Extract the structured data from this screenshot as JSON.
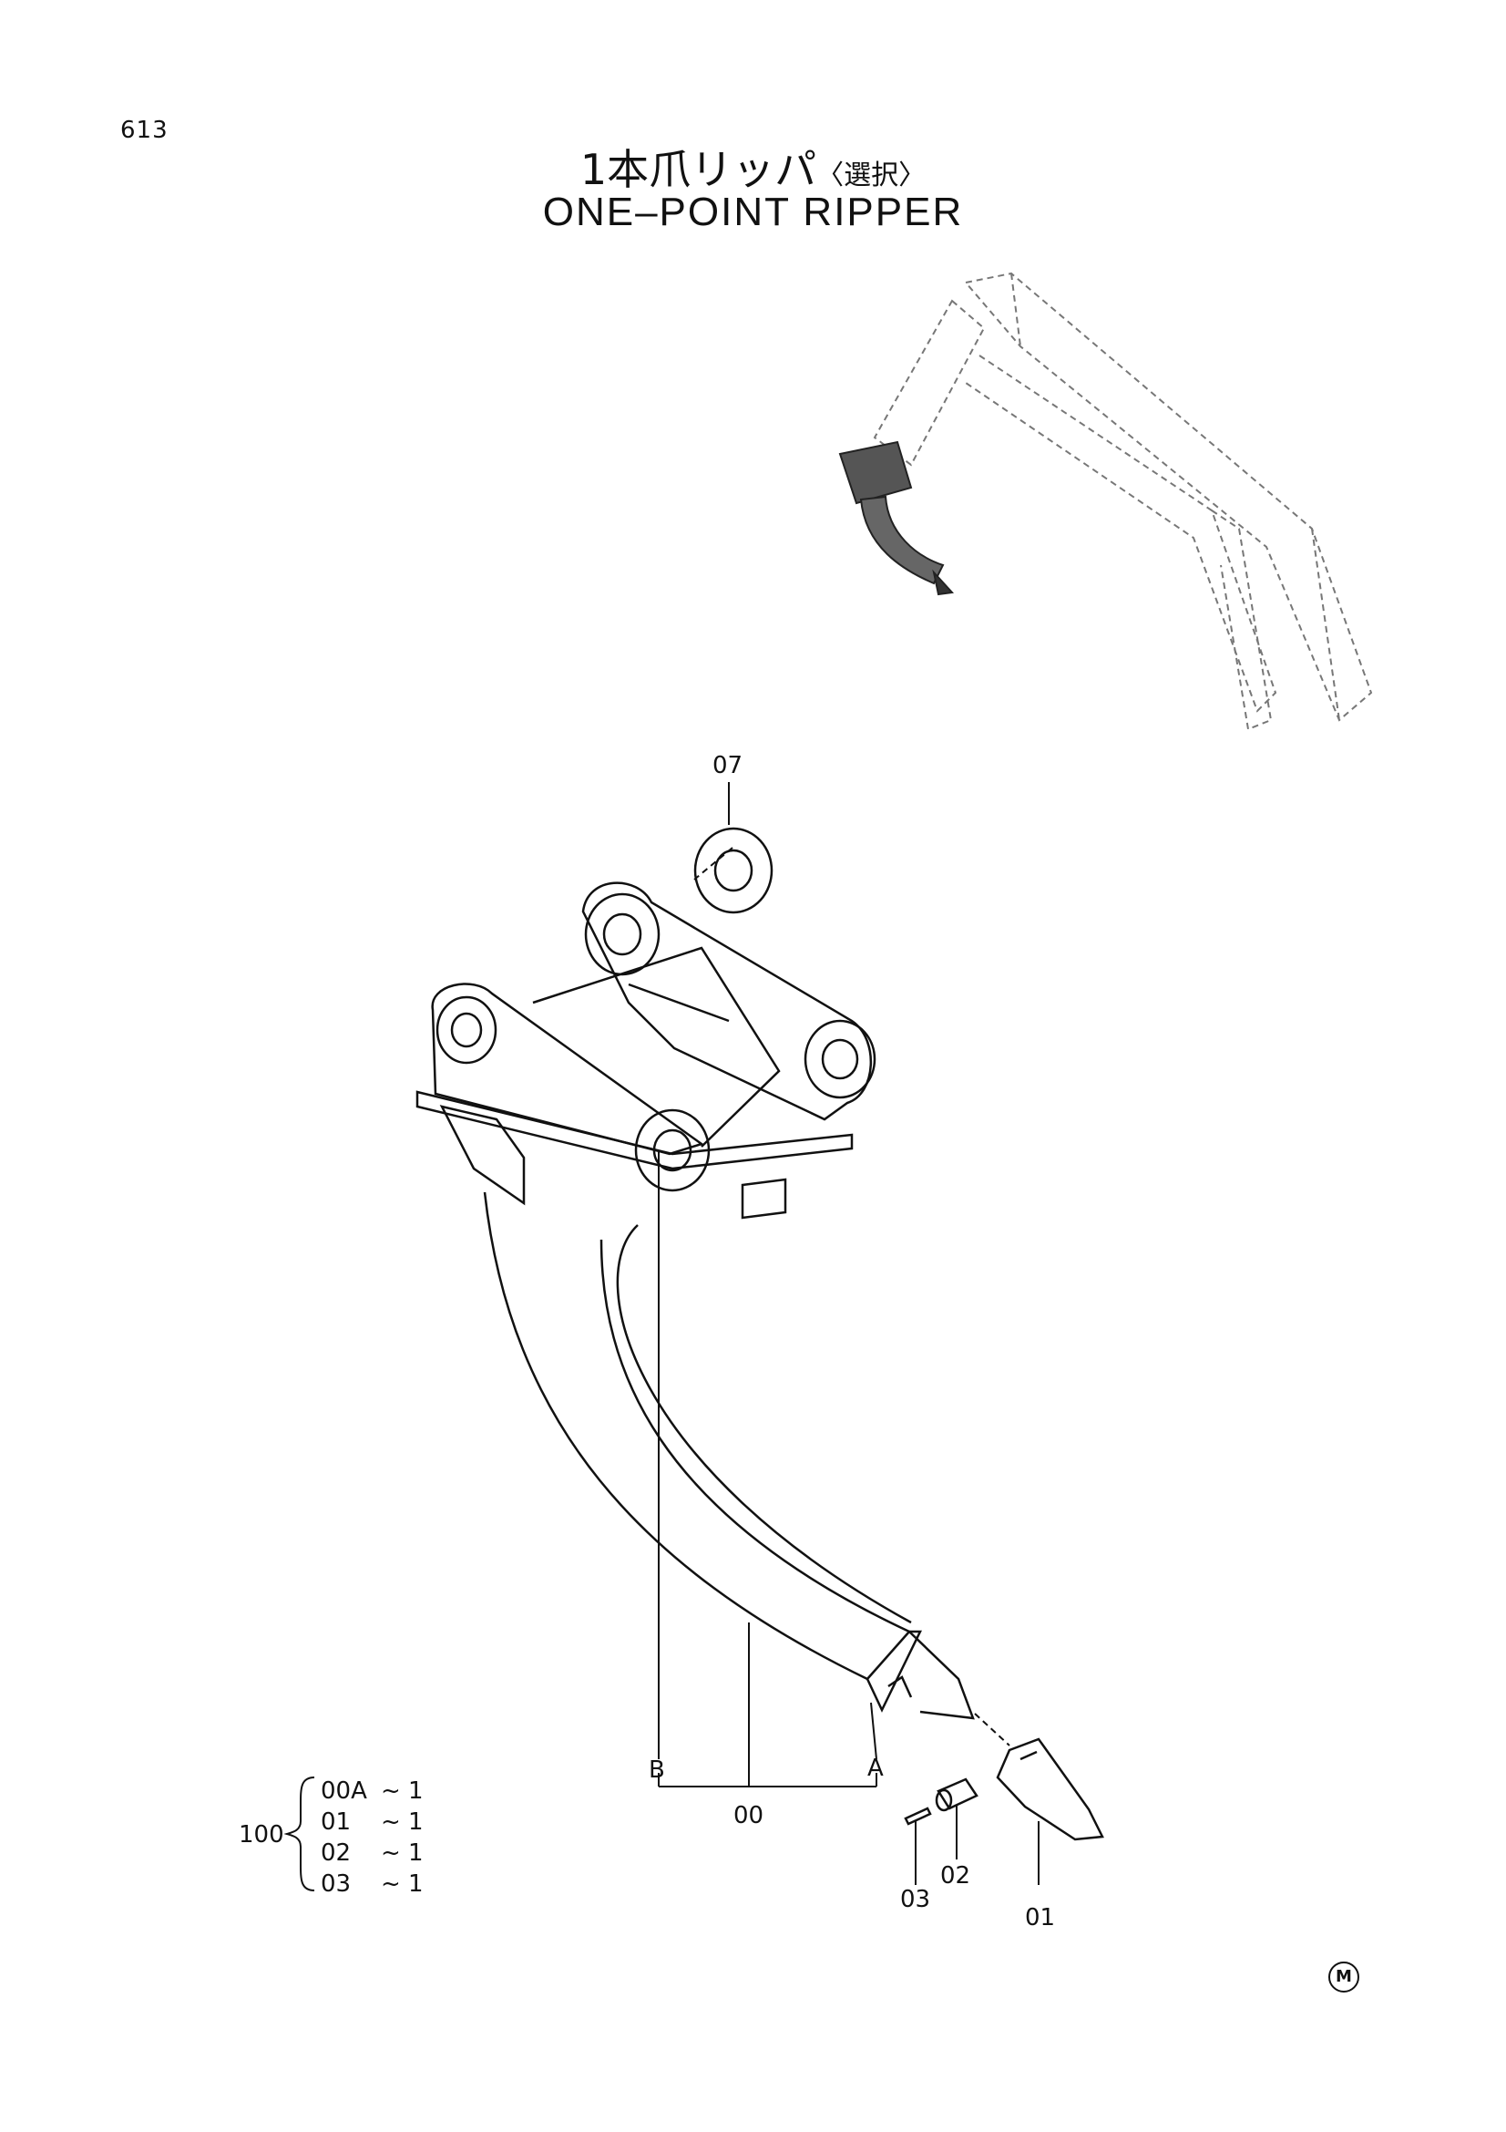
{
  "page_number": "613",
  "title_jp": "1本爪リッパ",
  "title_jp_note": "〈選択〉",
  "title_en": "ONE–POINT RIPPER",
  "callouts": {
    "washer": "07",
    "ripper_body": "00",
    "tooth": "01",
    "pin": "02",
    "lock_pin": "03",
    "ref_a": "A",
    "ref_b": "B"
  },
  "set": {
    "label": "100",
    "items": [
      {
        "part": "00A",
        "tilde": "~",
        "qty": "1"
      },
      {
        "part": "01",
        "tilde": "~",
        "qty": "1"
      },
      {
        "part": "02",
        "tilde": "~",
        "qty": "1"
      },
      {
        "part": "03",
        "tilde": "~",
        "qty": "1"
      }
    ]
  },
  "corner_mark": "M"
}
